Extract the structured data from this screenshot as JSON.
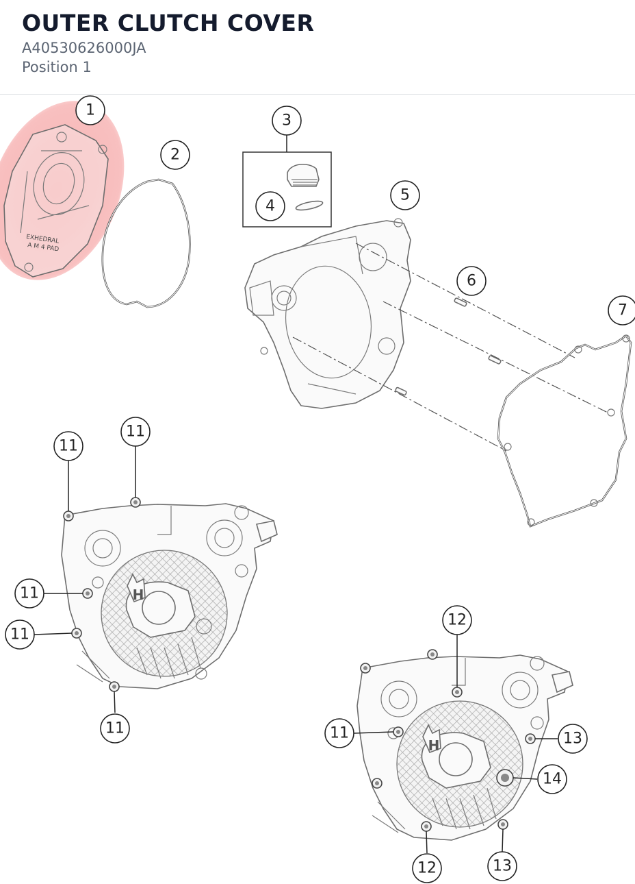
{
  "header": {
    "title": "OUTER CLUTCH COVER",
    "part_number": "A40530626000JA",
    "position": "Position 1"
  },
  "highlight_color": "#f7a8a8",
  "callouts": [
    {
      "id": "c1",
      "label": "1"
    },
    {
      "id": "c2",
      "label": "2"
    },
    {
      "id": "c3",
      "label": "3"
    },
    {
      "id": "c4",
      "label": "4"
    },
    {
      "id": "c5",
      "label": "5"
    },
    {
      "id": "c6",
      "label": "6"
    },
    {
      "id": "c7",
      "label": "7"
    },
    {
      "id": "c11a",
      "label": "11"
    },
    {
      "id": "c11b",
      "label": "11"
    },
    {
      "id": "c11c",
      "label": "11"
    },
    {
      "id": "c11d",
      "label": "11"
    },
    {
      "id": "c11e",
      "label": "11"
    },
    {
      "id": "c11f",
      "label": "11"
    },
    {
      "id": "c12a",
      "label": "12"
    },
    {
      "id": "c12b",
      "label": "12"
    },
    {
      "id": "c13a",
      "label": "13"
    },
    {
      "id": "c13b",
      "label": "13"
    },
    {
      "id": "c14",
      "label": "14"
    }
  ]
}
